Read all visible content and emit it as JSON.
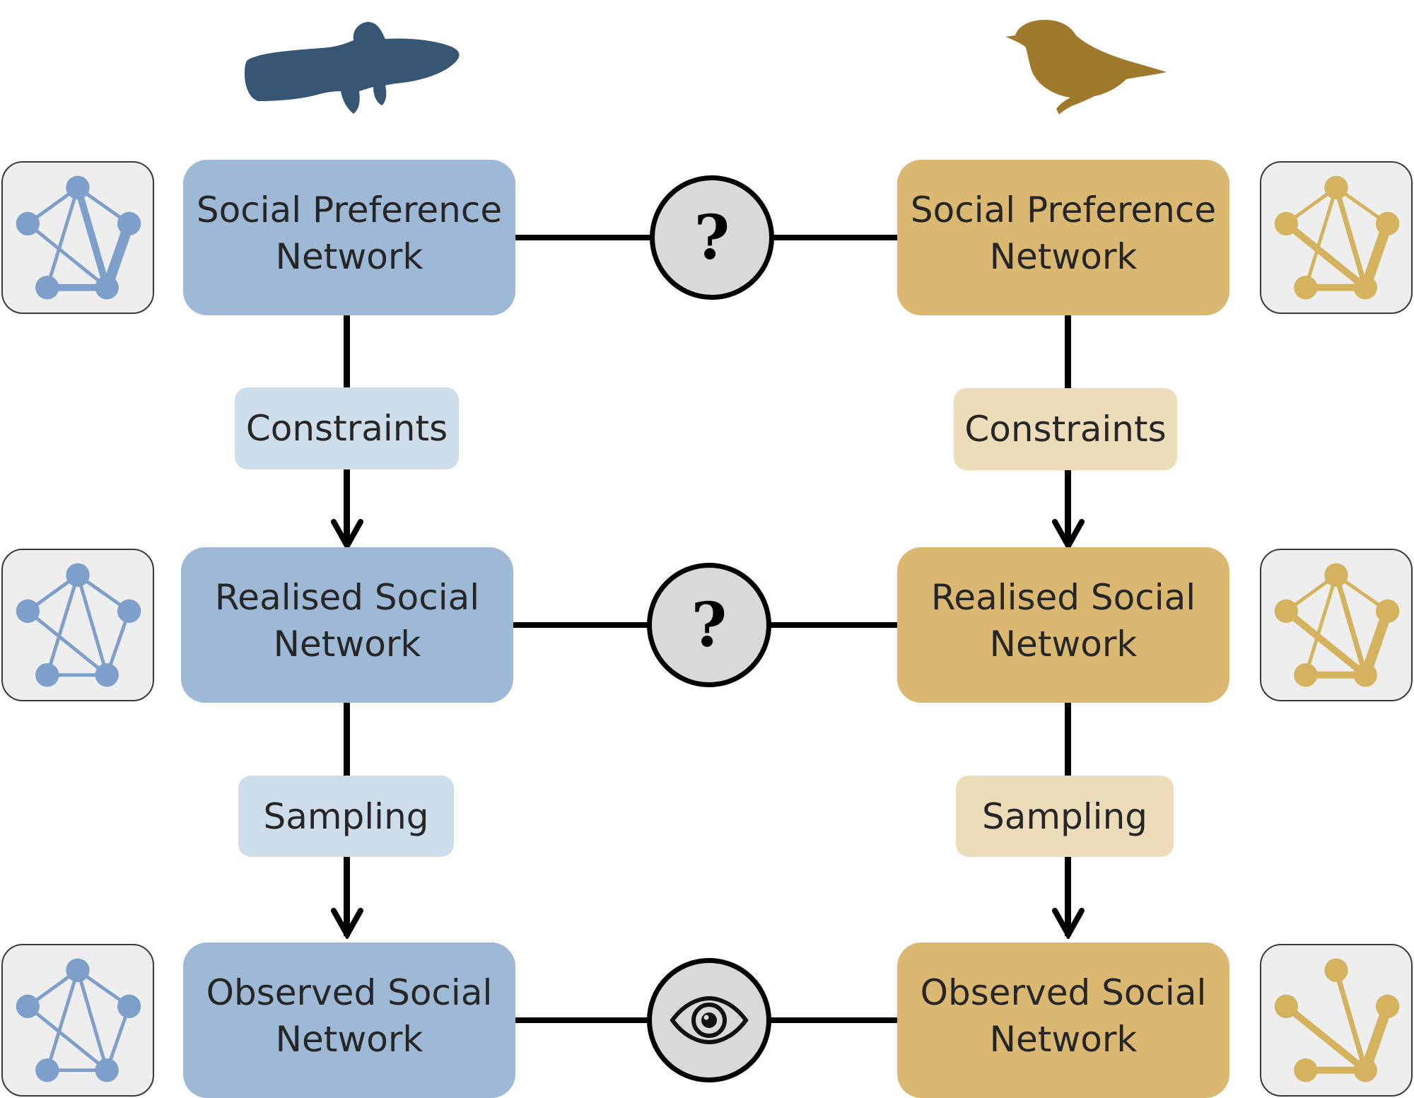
{
  "colors": {
    "fish_blue": "#365673",
    "bird_gold": "#a07a2c",
    "box_blue": "#9db9d6",
    "label_blue": "#cdddea",
    "node_blue": "#7f9fcb",
    "box_gold": "#dbb872",
    "label_gold": "#eddcb9",
    "node_gold": "#d4b25e",
    "hub_fill": "#d9d9d9"
  },
  "species": {
    "left": {
      "icon": "fish-silhouette-icon"
    },
    "right": {
      "icon": "bird-silhouette-icon"
    }
  },
  "columns": {
    "left": {
      "stages": [
        {
          "title": "Social Preference\nNetwork"
        },
        {
          "title": "Realised Social\nNetwork"
        },
        {
          "title": "Observed Social\nNetwork"
        }
      ],
      "transitions": [
        "Constraints",
        "Sampling"
      ]
    },
    "right": {
      "stages": [
        {
          "title": "Social Preference\nNetwork"
        },
        {
          "title": "Realised Social\nNetwork"
        },
        {
          "title": "Observed Social\nNetwork"
        }
      ],
      "transitions": [
        "Constraints",
        "Sampling"
      ]
    }
  },
  "comparisons": [
    {
      "symbol": "?",
      "icon": "question-mark-icon"
    },
    {
      "symbol": "?",
      "icon": "question-mark-icon"
    },
    {
      "symbol": "",
      "icon": "eye-icon"
    }
  ],
  "networks": {
    "nodes": [
      "top",
      "left",
      "right",
      "bottom-left",
      "bottom-right"
    ],
    "left": [
      {
        "edges": [
          [
            "top",
            "left",
            1
          ],
          [
            "top",
            "right",
            1
          ],
          [
            "top",
            "bottom-left",
            1
          ],
          [
            "top",
            "bottom-right",
            2
          ],
          [
            "left",
            "bottom-right",
            1
          ],
          [
            "bottom-left",
            "bottom-right",
            2
          ],
          [
            "right",
            "bottom-right",
            3
          ]
        ]
      },
      {
        "edges": [
          [
            "top",
            "left",
            1
          ],
          [
            "top",
            "right",
            1
          ],
          [
            "top",
            "bottom-left",
            1
          ],
          [
            "top",
            "bottom-right",
            1
          ],
          [
            "left",
            "bottom-right",
            1
          ],
          [
            "bottom-left",
            "bottom-right",
            1
          ],
          [
            "right",
            "bottom-right",
            1
          ]
        ]
      },
      {
        "edges": [
          [
            "top",
            "left",
            1
          ],
          [
            "top",
            "right",
            1
          ],
          [
            "top",
            "bottom-left",
            1
          ],
          [
            "top",
            "bottom-right",
            1
          ],
          [
            "left",
            "bottom-right",
            1
          ],
          [
            "bottom-left",
            "bottom-right",
            1
          ],
          [
            "right",
            "bottom-right",
            1
          ]
        ]
      }
    ],
    "right": [
      {
        "edges": [
          [
            "top",
            "left",
            1
          ],
          [
            "top",
            "right",
            1
          ],
          [
            "top",
            "bottom-left",
            1
          ],
          [
            "top",
            "bottom-right",
            1.5
          ],
          [
            "left",
            "bottom-right",
            2
          ],
          [
            "bottom-left",
            "bottom-right",
            2
          ],
          [
            "right",
            "bottom-right",
            3
          ]
        ]
      },
      {
        "edges": [
          [
            "top",
            "left",
            1
          ],
          [
            "top",
            "right",
            1
          ],
          [
            "top",
            "bottom-left",
            1
          ],
          [
            "top",
            "bottom-right",
            1.5
          ],
          [
            "left",
            "bottom-right",
            2
          ],
          [
            "bottom-left",
            "bottom-right",
            2
          ],
          [
            "right",
            "bottom-right",
            3
          ]
        ]
      },
      {
        "edges": [
          [
            "top",
            "bottom-right",
            1.5
          ],
          [
            "left",
            "bottom-right",
            2
          ],
          [
            "bottom-left",
            "bottom-right",
            2
          ],
          [
            "right",
            "bottom-right",
            3
          ]
        ]
      }
    ]
  }
}
